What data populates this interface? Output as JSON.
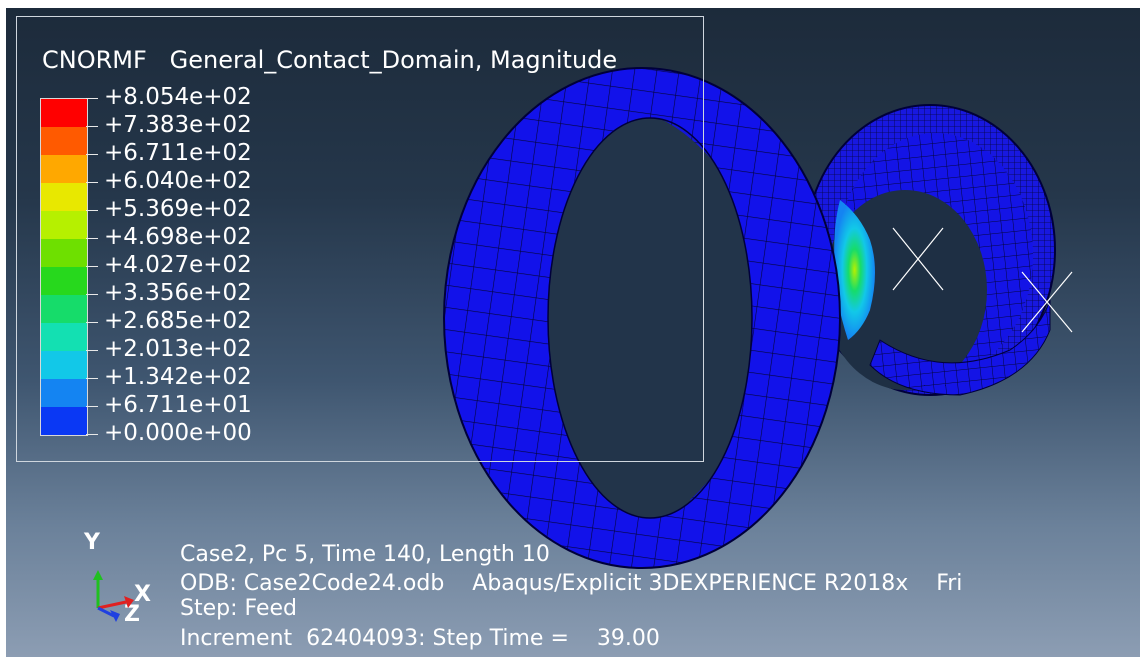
{
  "legend": {
    "title": "CNORMF   General_Contact_Domain, Magnitude",
    "values": [
      "+8.054e+02",
      "+7.383e+02",
      "+6.711e+02",
      "+6.040e+02",
      "+5.369e+02",
      "+4.698e+02",
      "+4.027e+02",
      "+3.356e+02",
      "+2.685e+02",
      "+2.013e+02",
      "+1.342e+02",
      "+6.711e+01",
      "+0.000e+00"
    ],
    "colors": [
      "#ff0000",
      "#ff5a00",
      "#ffa800",
      "#e8e800",
      "#b6f000",
      "#6ee000",
      "#27d81d",
      "#16dc6a",
      "#13e0b2",
      "#12c8e8",
      "#1484f2",
      "#0a38f4",
      "#0000ff"
    ]
  },
  "info": {
    "line1": "Case2, Pc 5, Time 140, Length 10",
    "line2": "ODB: Case2Code24.odb    Abaqus/Explicit 3DEXPERIENCE R2018x    Fri",
    "line3": "Step: Feed",
    "line4": "Increment  62404093: Step Time =    39.00"
  },
  "triad": {
    "y_label": "Y",
    "x_label": "X",
    "z_label": "Z",
    "colors": {
      "x": "#e02020",
      "y": "#20c020",
      "z": "#2040e0"
    }
  },
  "model": {
    "mesh_color": "#1010e8",
    "mesh_line_color": "#000040",
    "contact_highlight_colors": [
      "#1484f2",
      "#12c8e8",
      "#16dc6a",
      "#b6f000"
    ]
  }
}
